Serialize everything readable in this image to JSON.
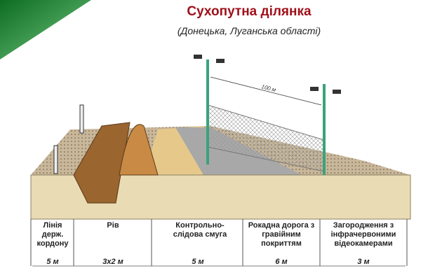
{
  "title": "Сухопутна ділянка",
  "subtitle": "(Донецька, Луганська області)",
  "distance_label": "100 м",
  "columns": [
    {
      "label": "Лінія держ. кордону",
      "size": "5 м"
    },
    {
      "label": "Рів",
      "size": "3х2 м"
    },
    {
      "label": "Контрольно-слідова смуга",
      "size": "5 м"
    },
    {
      "label": "Рокадна дорога з гравійним покриттям",
      "size": "6 м"
    },
    {
      "label": "Загородження з інфрачервоними відеокамерами",
      "size": "3 м"
    }
  ],
  "colors": {
    "title": "#a0101a",
    "accent": "#1e7a2e",
    "soil": "#e9dcb4",
    "post": "#3aa37a"
  }
}
